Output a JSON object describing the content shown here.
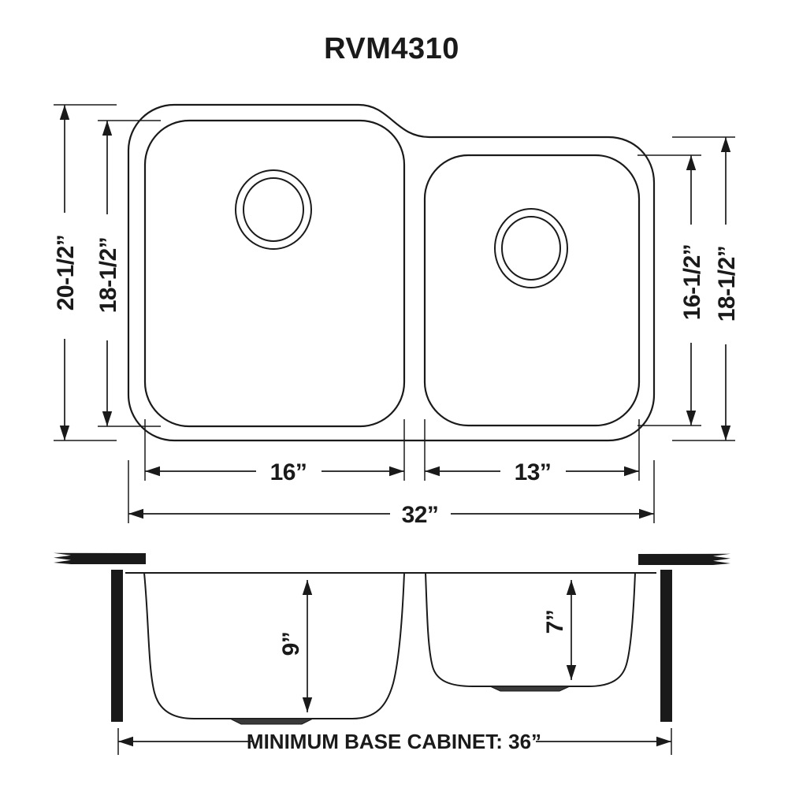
{
  "title": "RVM4310",
  "colors": {
    "ink": "#1a1a1a",
    "background": "#ffffff",
    "drain_fill": "#3a3a3a"
  },
  "top_view": {
    "overall_height_left": "20-1/2”",
    "bowl_height_left": "18-1/2”",
    "bowl_height_right": "16-1/2”",
    "overall_height_right": "18-1/2”",
    "bowl_width_left": "16”",
    "bowl_width_right": "13”",
    "overall_width": "32”"
  },
  "side_view": {
    "bowl_depth_left": "9”",
    "bowl_depth_right": "7”",
    "base_cabinet_note": "MINIMUM BASE CABINET: 36”"
  }
}
